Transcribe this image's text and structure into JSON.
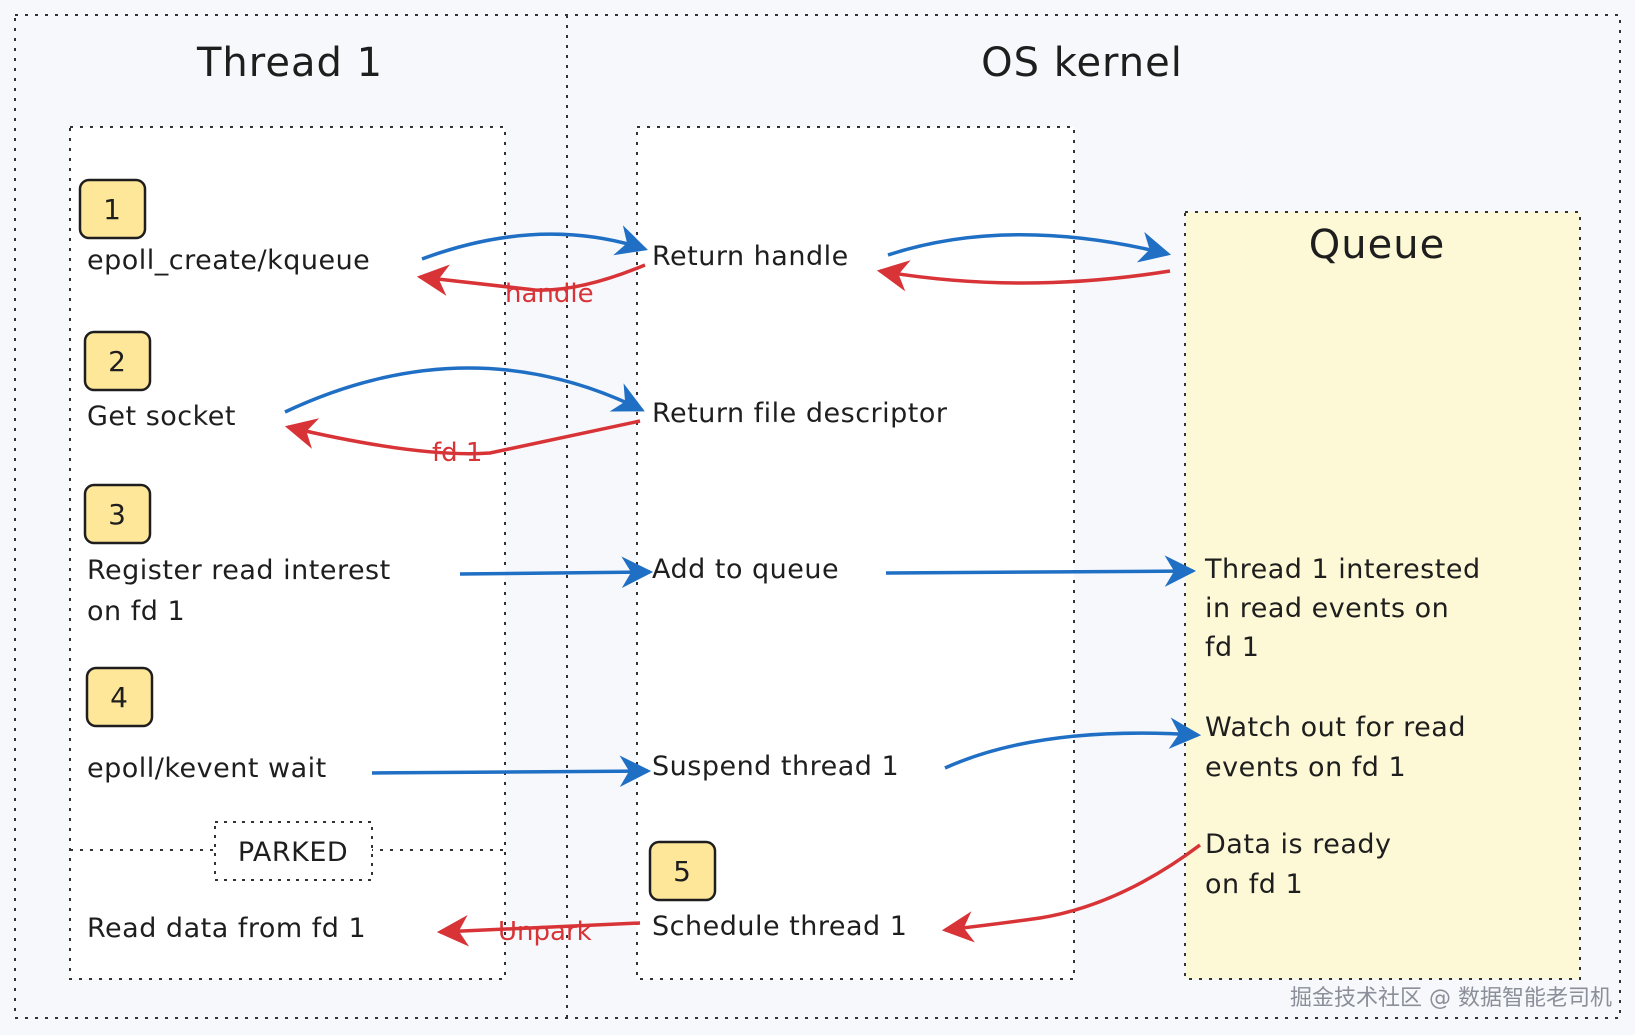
{
  "panels": {
    "thread": {
      "title": "Thread 1"
    },
    "kernel": {
      "title": "OS kernel"
    },
    "queue": {
      "title": "Queue"
    }
  },
  "steps": [
    {
      "number": "1",
      "label": "epoll_create/kqueue"
    },
    {
      "number": "2",
      "label": "Get socket"
    },
    {
      "number": "3",
      "label_line1": "Register read interest",
      "label_line2": "on fd 1"
    },
    {
      "number": "4",
      "label": "epoll/kevent wait"
    }
  ],
  "parked": "PARKED",
  "read_data": "Read data from fd 1",
  "kernel_items": {
    "return_handle": "Return handle",
    "return_fd": "Return file descriptor",
    "add_to_queue": "Add to queue",
    "suspend_thread": "Suspend thread 1",
    "schedule_number": "5",
    "schedule_thread": "Schedule thread 1"
  },
  "queue_items": {
    "interested": [
      "Thread 1 interested",
      "in read events on",
      "fd 1"
    ],
    "watch": [
      "Watch out for read",
      "events on fd 1"
    ],
    "ready": [
      "Data is ready",
      "on fd 1"
    ]
  },
  "arrow_labels": {
    "handle": "handle",
    "fd": "fd 1",
    "unpark": "Unpark"
  },
  "watermark": "掘金技术社区 @ 数据智能老司机",
  "colors": {
    "blue": "#1f6fc5",
    "red": "#d83437",
    "badge": "#ffe79a",
    "queue_bg": "#fdf8d6"
  }
}
